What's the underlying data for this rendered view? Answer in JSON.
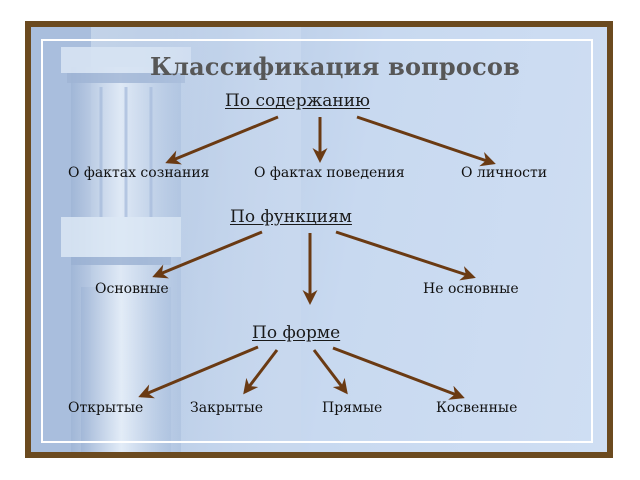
{
  "title": "Классификация вопросов",
  "colors": {
    "frame": "#6b4a1f",
    "arrow": "#6a3a13",
    "background": "#c8d8ee"
  },
  "groups": [
    {
      "heading": "По содержанию",
      "items": [
        "О фактах сознания",
        "О фактах поведения",
        "О личности"
      ]
    },
    {
      "heading": "По функциям",
      "items": [
        "Основные",
        "Не основные"
      ]
    },
    {
      "heading": "По форме",
      "items": [
        "Открытые",
        "Закрытые",
        "Прямые",
        "Косвенные"
      ]
    }
  ]
}
